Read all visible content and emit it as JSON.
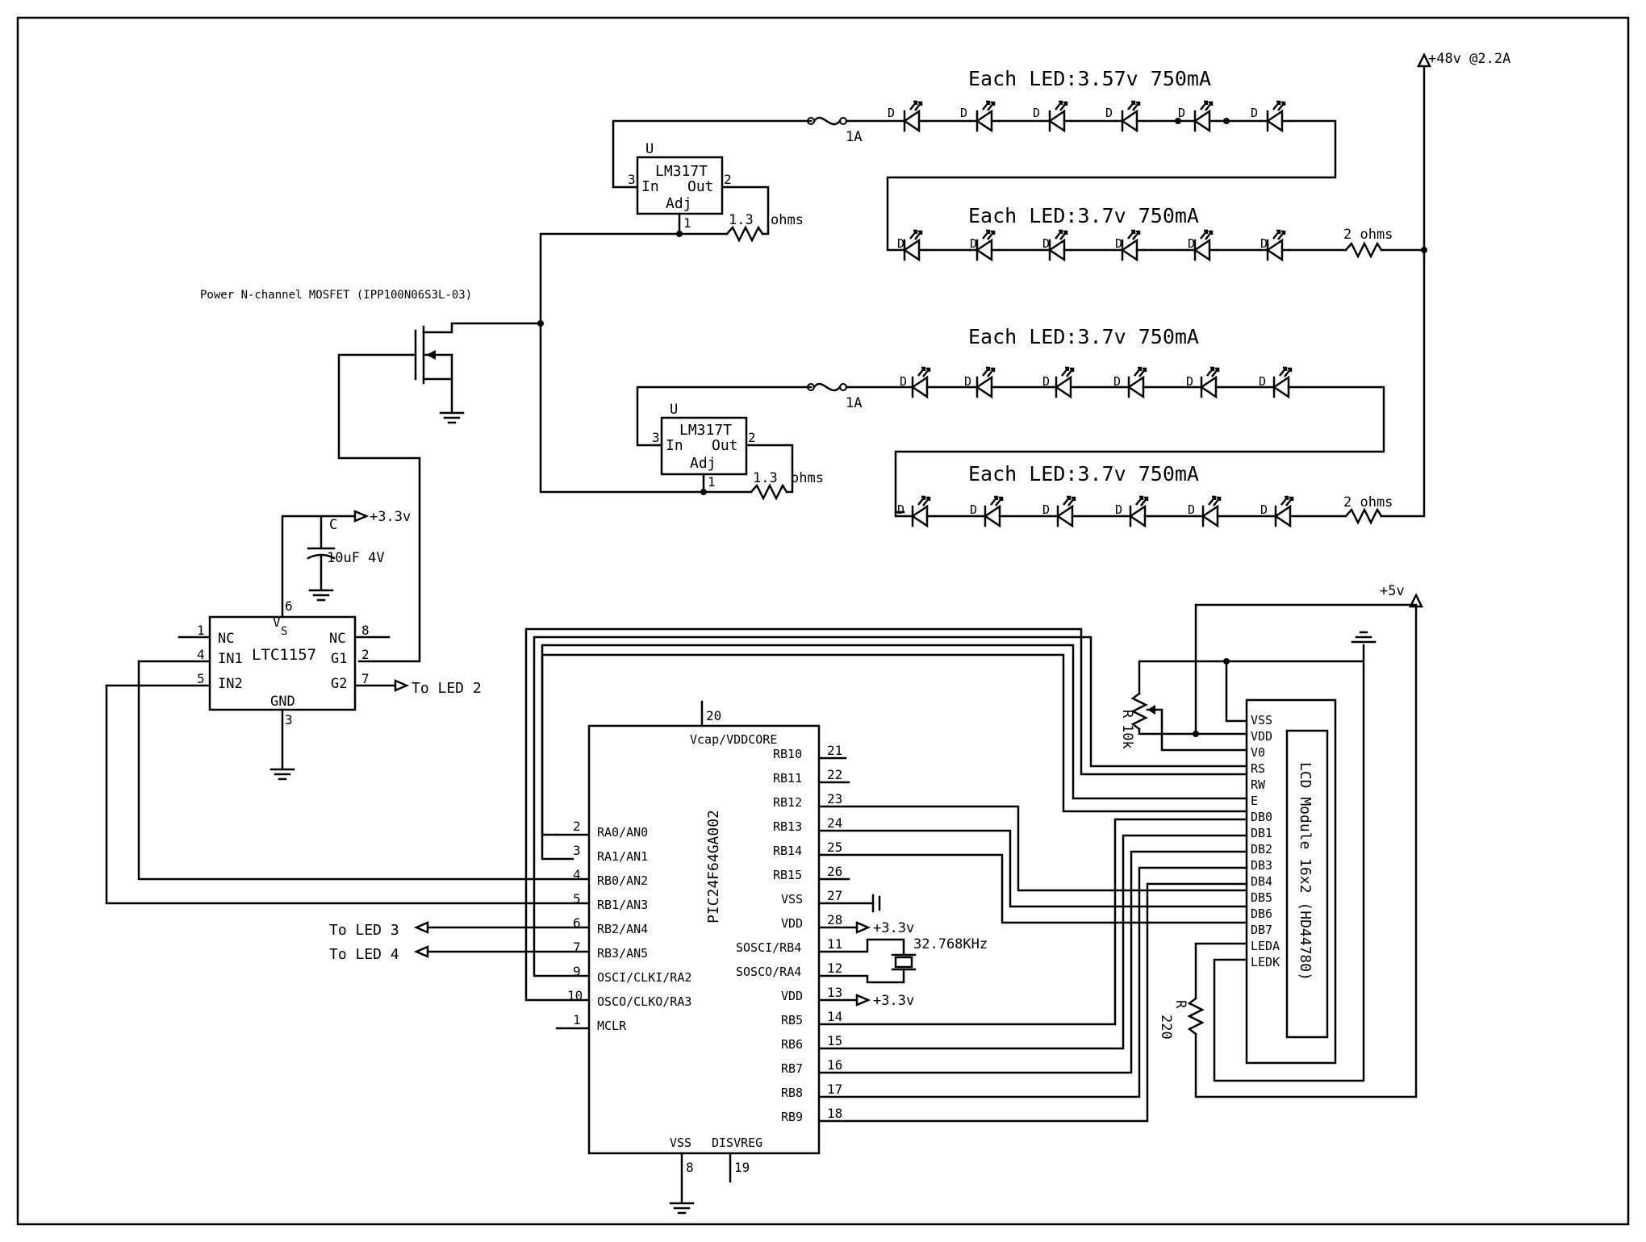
{
  "led_strings": [
    {
      "heading": "Each LED:3.57v 750mA",
      "fuse_label": "1A",
      "designator": "D"
    },
    {
      "heading": "Each LED:3.7v 750mA",
      "resistor_label": "2 ohms",
      "designator": "D"
    },
    {
      "heading": "Each LED:3.7v 750mA",
      "fuse_label": "1A",
      "designator": "D"
    },
    {
      "heading": "Each LED:3.7v 750mA",
      "resistor_label": "2 ohms",
      "designator": "D"
    }
  ],
  "supply_48v": "+48v @2.2A",
  "regulators": [
    {
      "ref": "U",
      "part": "LM317T",
      "pin_in": "In",
      "pin_out": "Out",
      "pin_adj": "Adj",
      "num_in": "3",
      "num_out": "2",
      "num_adj": "1",
      "resistor_value": "1.3",
      "resistor_unit": "ohms"
    },
    {
      "ref": "U",
      "part": "LM317T",
      "pin_in": "In",
      "pin_out": "Out",
      "pin_adj": "Adj",
      "num_in": "3",
      "num_out": "2",
      "num_adj": "1",
      "resistor_value": "1.3",
      "resistor_unit": "ohms"
    }
  ],
  "mosfet_label": "Power N-channel MOSFET (IPP100N06S3L-03)",
  "driver": {
    "part": "LTC1157",
    "vs": "V",
    "vs_sub": "S",
    "capacitor_ref": "C",
    "capacitor_value": "10uF 4V",
    "supply_label": "+3.3v",
    "pins": {
      "nc_left": "NC",
      "in1": "IN1",
      "in2": "IN2",
      "gnd": "GND",
      "nc_right": "NC",
      "g1": "G1",
      "g2": "G2",
      "n1": "1",
      "n4": "4",
      "n5": "5",
      "n6": "6",
      "n8": "8",
      "n2": "2",
      "n7": "7",
      "n3": "3"
    },
    "out_label": "To LED 2"
  },
  "mcu": {
    "part": "PIC24F64GA002",
    "top_pin_label": "Vcap/VDDCORE",
    "top_pin_num": "20",
    "bottom_pins": [
      {
        "label": "VSS",
        "num": "8"
      },
      {
        "label": "DISVREG",
        "num": "19"
      }
    ],
    "left_pins": [
      {
        "num": "2",
        "label": "RA0/AN0"
      },
      {
        "num": "3",
        "label": "RA1/AN1"
      },
      {
        "num": "4",
        "label": "RB0/AN2"
      },
      {
        "num": "5",
        "label": "RB1/AN3"
      },
      {
        "num": "6",
        "label": "RB2/AN4"
      },
      {
        "num": "7",
        "label": "RB3/AN5"
      },
      {
        "num": "9",
        "label": "OSCI/CLKI/RA2"
      },
      {
        "num": "10",
        "label": "OSCO/CLKO/RA3"
      },
      {
        "num": "1",
        "label": "MCLR"
      }
    ],
    "right_pins": [
      {
        "num": "21",
        "label": "RB10"
      },
      {
        "num": "22",
        "label": "RB11"
      },
      {
        "num": "23",
        "label": "RB12"
      },
      {
        "num": "24",
        "label": "RB13"
      },
      {
        "num": "25",
        "label": "RB14"
      },
      {
        "num": "26",
        "label": "RB15"
      },
      {
        "num": "27",
        "label": "VSS"
      },
      {
        "num": "28",
        "label": "VDD"
      },
      {
        "num": "11",
        "label": "SOSCI/RB4"
      },
      {
        "num": "12",
        "label": "SOSCO/RA4"
      },
      {
        "num": "13",
        "label": "VDD"
      },
      {
        "num": "14",
        "label": "RB5"
      },
      {
        "num": "15",
        "label": "RB6"
      },
      {
        "num": "16",
        "label": "RB7"
      },
      {
        "num": "17",
        "label": "RB8"
      },
      {
        "num": "18",
        "label": "RB9"
      }
    ],
    "supply_label": "+3.3v",
    "crystal_label": "32.768KHz",
    "led3_label": "To LED 3",
    "led4_label": "To LED 4"
  },
  "lcd": {
    "title": "LCD Module 16x2 (HD44780)",
    "pins": [
      "VSS",
      "VDD",
      "V0",
      "RS",
      "RW",
      "E",
      "DB0",
      "DB1",
      "DB2",
      "DB3",
      "DB4",
      "DB5",
      "DB6",
      "DB7",
      "LEDA",
      "LEDK"
    ],
    "supply_label": "+5v",
    "pot_ref": "R",
    "pot_value": "10k",
    "res_ref": "R",
    "res_value": "220"
  }
}
